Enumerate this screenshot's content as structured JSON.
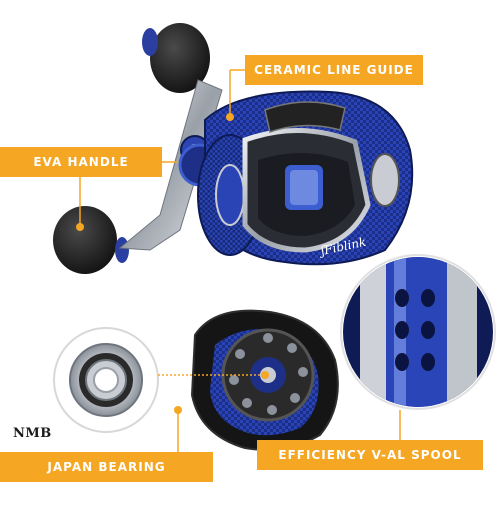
{
  "labels": {
    "ceramic": "CERAMIC LINE GUIDE",
    "eva": "EVA HANDLE",
    "bearing": "JAPAN BEARING",
    "spool": "EFFICIENCY V-AL SPOOL"
  },
  "bearing_brand": "NMB",
  "reel_brand": "Fiblink",
  "colors": {
    "accent_orange": "#f5a623",
    "reel_blue": "#1b2f8a",
    "reel_dark": "#0d1a55",
    "chrome": "#b8bcc4",
    "black": "#1e1e1e"
  }
}
